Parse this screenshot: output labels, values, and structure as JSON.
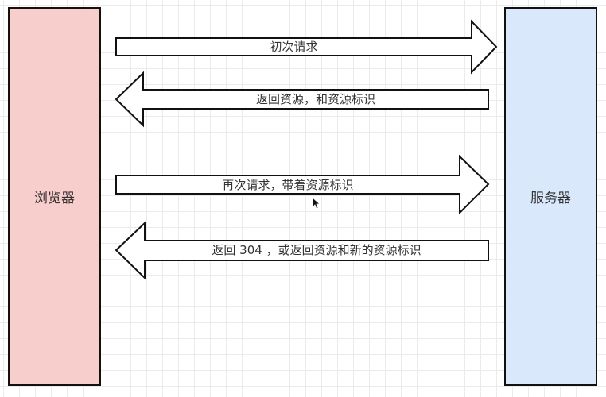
{
  "diagram": {
    "left_box": {
      "label": "浏览器",
      "fill": "#f8cecc"
    },
    "right_box": {
      "label": "服务器",
      "fill": "#dae8fc"
    },
    "arrows": [
      {
        "label": "初次请求",
        "direction": "right"
      },
      {
        "label": "返回资源，和资源标识",
        "direction": "left"
      },
      {
        "label": "再次请求，带着资源标识",
        "direction": "right"
      },
      {
        "label": "返回 304 ，或返回资源和新的资源标识",
        "direction": "left"
      }
    ]
  },
  "cursor": {
    "icon": "mouse-pointer-icon"
  }
}
